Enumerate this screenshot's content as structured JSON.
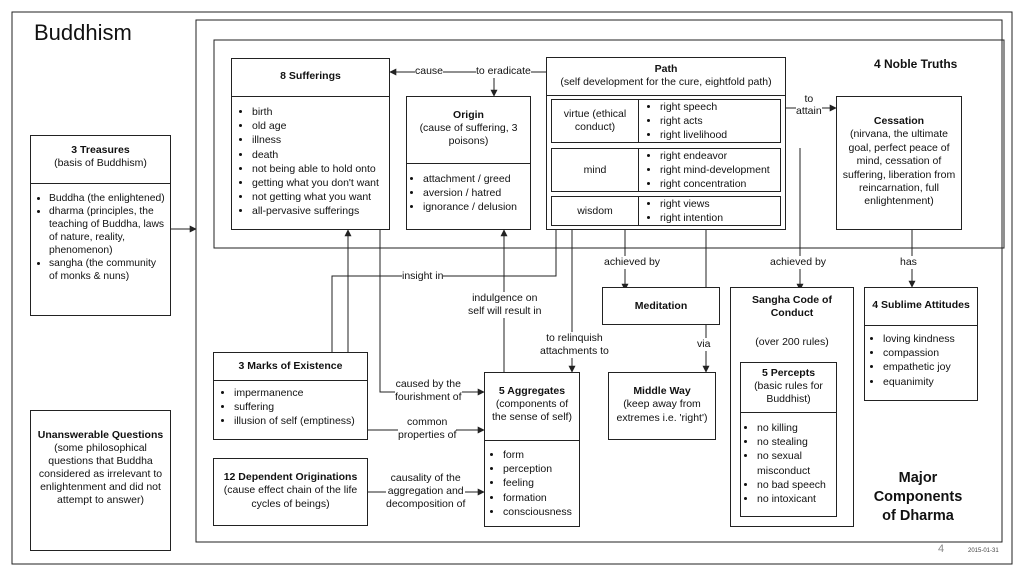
{
  "title": "Buddhism",
  "treasures": {
    "title": "3 Treasures",
    "subtitle": "(basis of Buddhism)",
    "items": [
      "Buddha (the enlightened)",
      "dharma (principles, the teaching of Buddha, laws of nature, reality, phenomenon)",
      "sangha (the community of monks & nuns)"
    ]
  },
  "unanswerable": {
    "title": "Unanswerable Questions",
    "text": "(some philosophical questions that Buddha considered as irrelevant to enlightenment and did not attempt to answer)"
  },
  "noble_truths_label": "4 Noble Truths",
  "sufferings": {
    "title": "8 Sufferings",
    "items": [
      "birth",
      "old age",
      "illness",
      "death",
      "not being able to hold onto",
      "getting what you don't want",
      "not getting what you want",
      "all-pervasive sufferings"
    ]
  },
  "origin": {
    "title": "Origin",
    "subtitle": "(cause of suffering, 3 poisons)",
    "items": [
      "attachment / greed",
      "aversion / hatred",
      "ignorance / delusion"
    ]
  },
  "path": {
    "title": "Path",
    "subtitle": "(self development for the cure, eightfold path)",
    "groups": [
      {
        "label": "virtue (ethical conduct)",
        "items": [
          "right speech",
          "right acts",
          "right livelihood"
        ]
      },
      {
        "label": "mind",
        "items": [
          "right endeavor",
          "right mind-development",
          "right concentration"
        ]
      },
      {
        "label": "wisdom",
        "items": [
          "right views",
          "right intention"
        ]
      }
    ]
  },
  "cessation": {
    "title": "Cessation",
    "text": "(nirvana, the ultimate goal, perfect peace of mind, cessation of suffering, liberation from reincarnation, full enlightenment)"
  },
  "meditation": {
    "title": "Meditation"
  },
  "sangha": {
    "title": "Sangha Code of Conduct",
    "subtitle": "(over 200 rules)",
    "precepts_title": "5 Percepts",
    "precepts_subtitle": "(basic rules for Buddhist)",
    "precepts": [
      "no killing",
      "no stealing",
      "no sexual misconduct",
      "no bad speech",
      "no intoxicant"
    ]
  },
  "sublime": {
    "title": "4 Sublime Attitudes",
    "items": [
      "loving kindness",
      "compassion",
      "empathetic joy",
      "equanimity"
    ]
  },
  "marks": {
    "title": "3 Marks of Existence",
    "items": [
      "impermanence",
      "suffering",
      "illusion of self (emptiness)"
    ]
  },
  "aggregates": {
    "title": "5 Aggregates",
    "subtitle": "(components of the sense of self)",
    "items": [
      "form",
      "perception",
      "feeling",
      "formation",
      "consciousness"
    ]
  },
  "middle_way": {
    "title": "Middle Way",
    "subtitle": "(keep away from extremes i.e. 'right')"
  },
  "dependent": {
    "title": "12 Dependent Originations",
    "subtitle": "(cause effect chain of the life cycles of beings)"
  },
  "major": {
    "line1": "Major",
    "line2": "Components",
    "line3": "of Dharma"
  },
  "labels": {
    "cause": "cause",
    "to_eradicate": "to eradicate",
    "to_attain_1": "to",
    "to_attain_2": "attain",
    "achieved_by_1": "achieved by",
    "achieved_by_2": "achieved by",
    "has": "has",
    "insight_in": "insight in",
    "indulgence_1": "indulgence on",
    "indulgence_2": "self will result in",
    "relinquish_1": "to relinquish",
    "relinquish_2": "attachments to",
    "via": "via",
    "caused_1": "caused by the",
    "caused_2": "fourishment of",
    "common_1": "common",
    "common_2": "properties of",
    "causality_1": "causality of the",
    "causality_2": "aggregation and",
    "causality_3": "decomposition of"
  },
  "page_number": "4",
  "date": "2015-01-31"
}
